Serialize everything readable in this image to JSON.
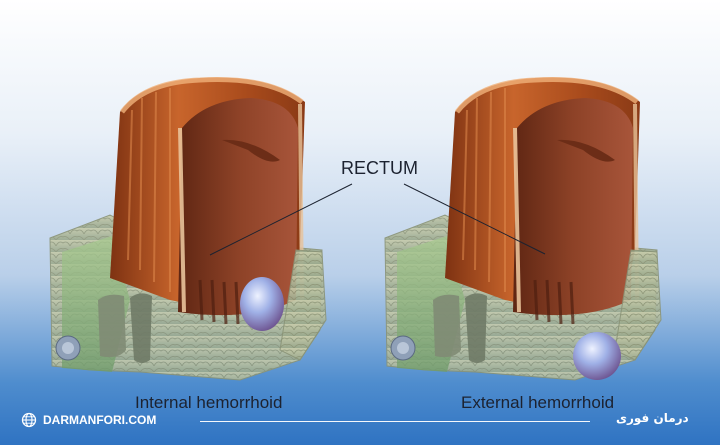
{
  "diagram": {
    "center_label": "RECTUM",
    "panels": [
      {
        "caption": "Internal hemorrhoid",
        "hemorrhoid_type": "internal"
      },
      {
        "caption": "External hemorrhoid",
        "hemorrhoid_type": "external"
      }
    ]
  },
  "footer": {
    "website": "DARMANFORI.COM",
    "brand": "درمان فوری",
    "icon": "globe-icon"
  },
  "colors": {
    "muscle": "#b4531c",
    "lumen": "#8a3d22",
    "tissue": "#b5bfa4",
    "hemorrhoid": "#8fa0d8"
  }
}
